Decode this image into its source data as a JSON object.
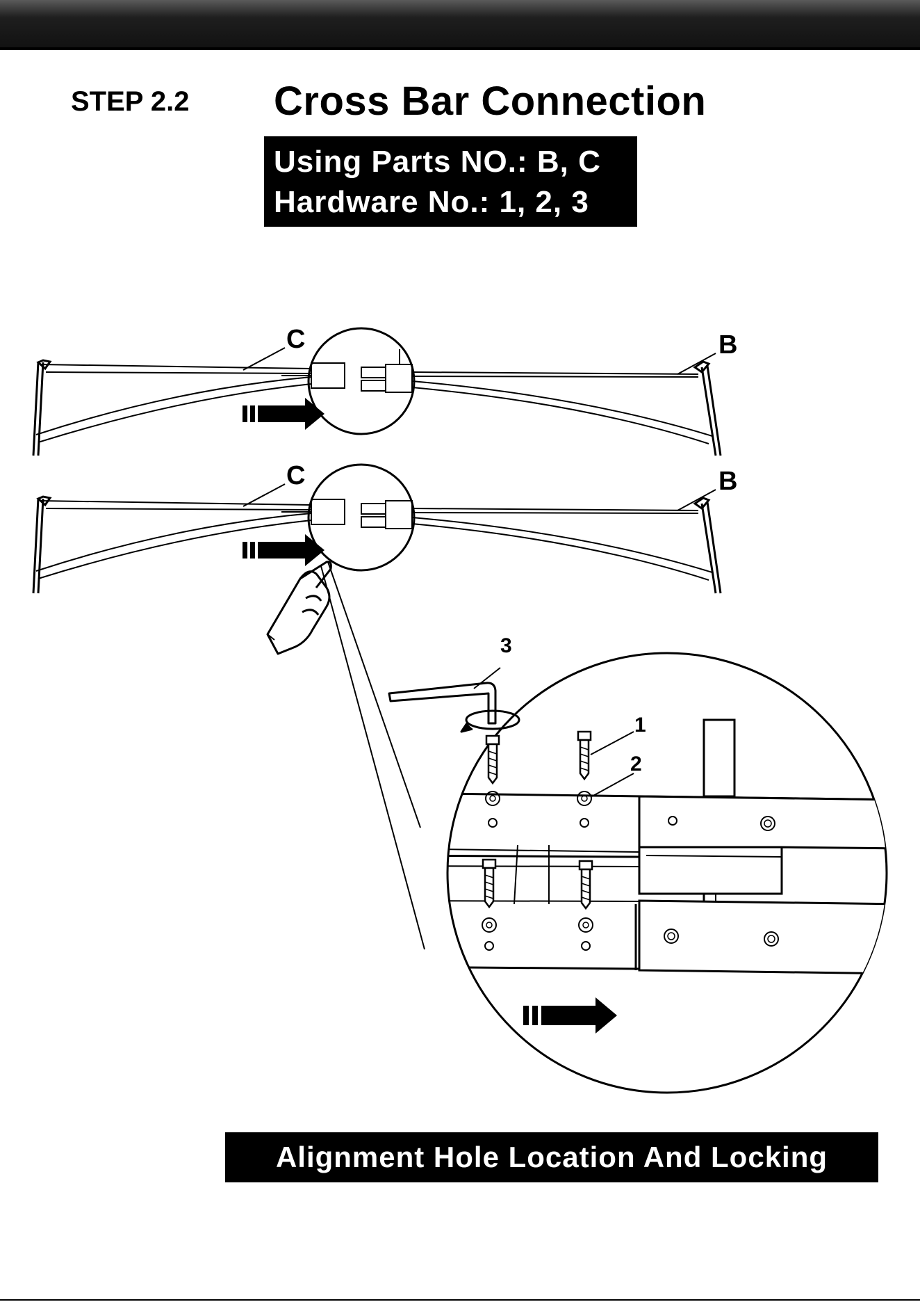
{
  "header": {
    "step_label": "STEP 2.2",
    "step_title": "Cross Bar Connection"
  },
  "parts_box": {
    "parts_line": "Using Parts NO.: B, C",
    "hardware_line": "Hardware No.: 1, 2, 3"
  },
  "diagram": {
    "top_left_part": "C",
    "top_right_part": "B",
    "mid_left_part": "C",
    "mid_right_part": "B",
    "tool_label": "3",
    "bolt_label": "1",
    "washer_label": "2"
  },
  "footer": {
    "caption": "Alignment Hole Location And Locking"
  }
}
